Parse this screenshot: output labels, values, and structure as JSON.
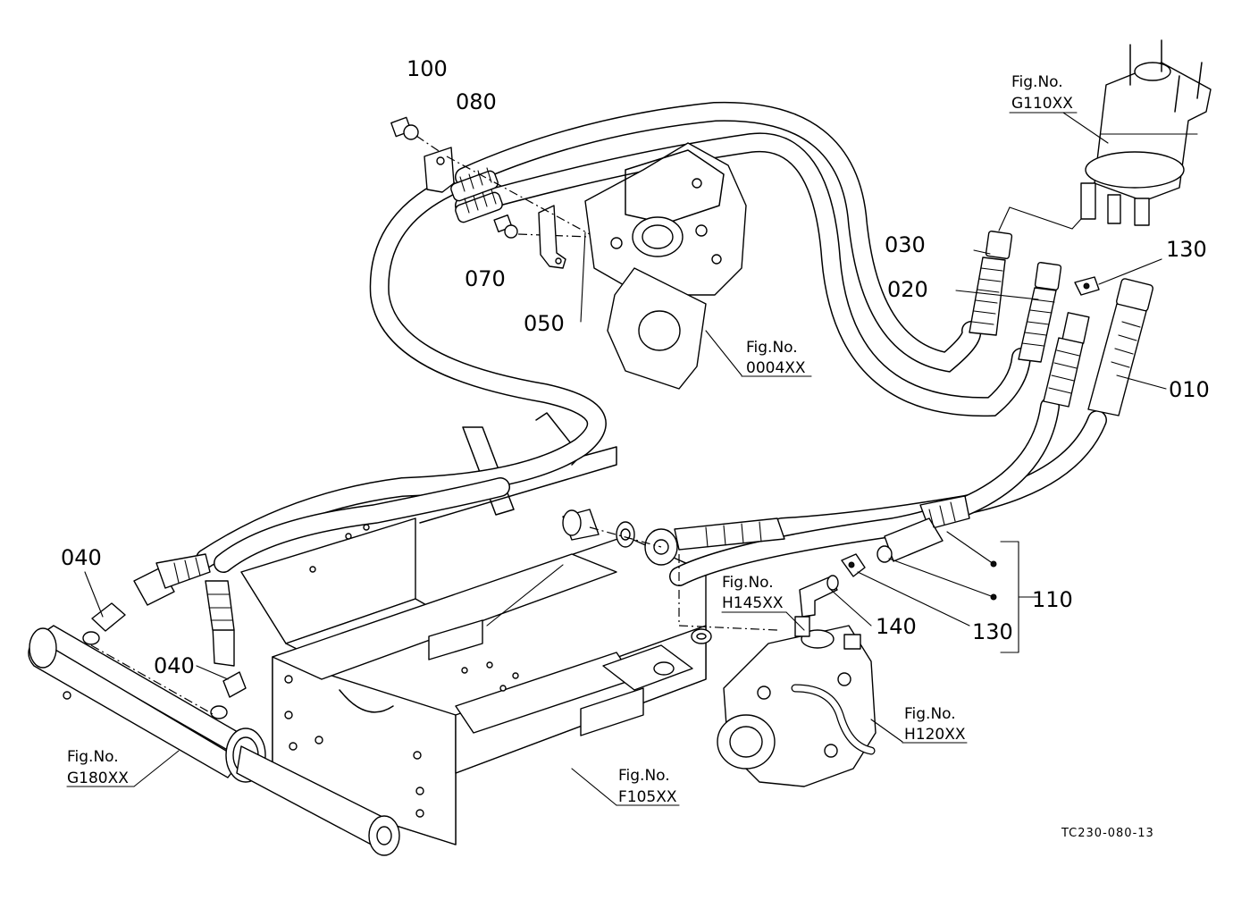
{
  "diagram_code": "TC230-080-13",
  "fig_prefix": "Fig.No.",
  "figure_refs": [
    {
      "id": "g110",
      "code": "G110XX"
    },
    {
      "id": "0004",
      "code": "0004XX"
    },
    {
      "id": "h145",
      "code": "H145XX"
    },
    {
      "id": "h120",
      "code": "H120XX"
    },
    {
      "id": "g180",
      "code": "G180XX"
    },
    {
      "id": "f105",
      "code": "F105XX"
    }
  ],
  "part_callouts": [
    {
      "id": "p100",
      "number": "100"
    },
    {
      "id": "p080",
      "number": "080"
    },
    {
      "id": "p070",
      "number": "070"
    },
    {
      "id": "p050",
      "number": "050"
    },
    {
      "id": "p030",
      "number": "030"
    },
    {
      "id": "p020",
      "number": "020"
    },
    {
      "id": "p130a",
      "number": "130"
    },
    {
      "id": "p010",
      "number": "010"
    },
    {
      "id": "p040a",
      "number": "040"
    },
    {
      "id": "p040b",
      "number": "040"
    },
    {
      "id": "p140",
      "number": "140"
    },
    {
      "id": "p130b",
      "number": "130"
    },
    {
      "id": "p110",
      "number": "110"
    }
  ]
}
